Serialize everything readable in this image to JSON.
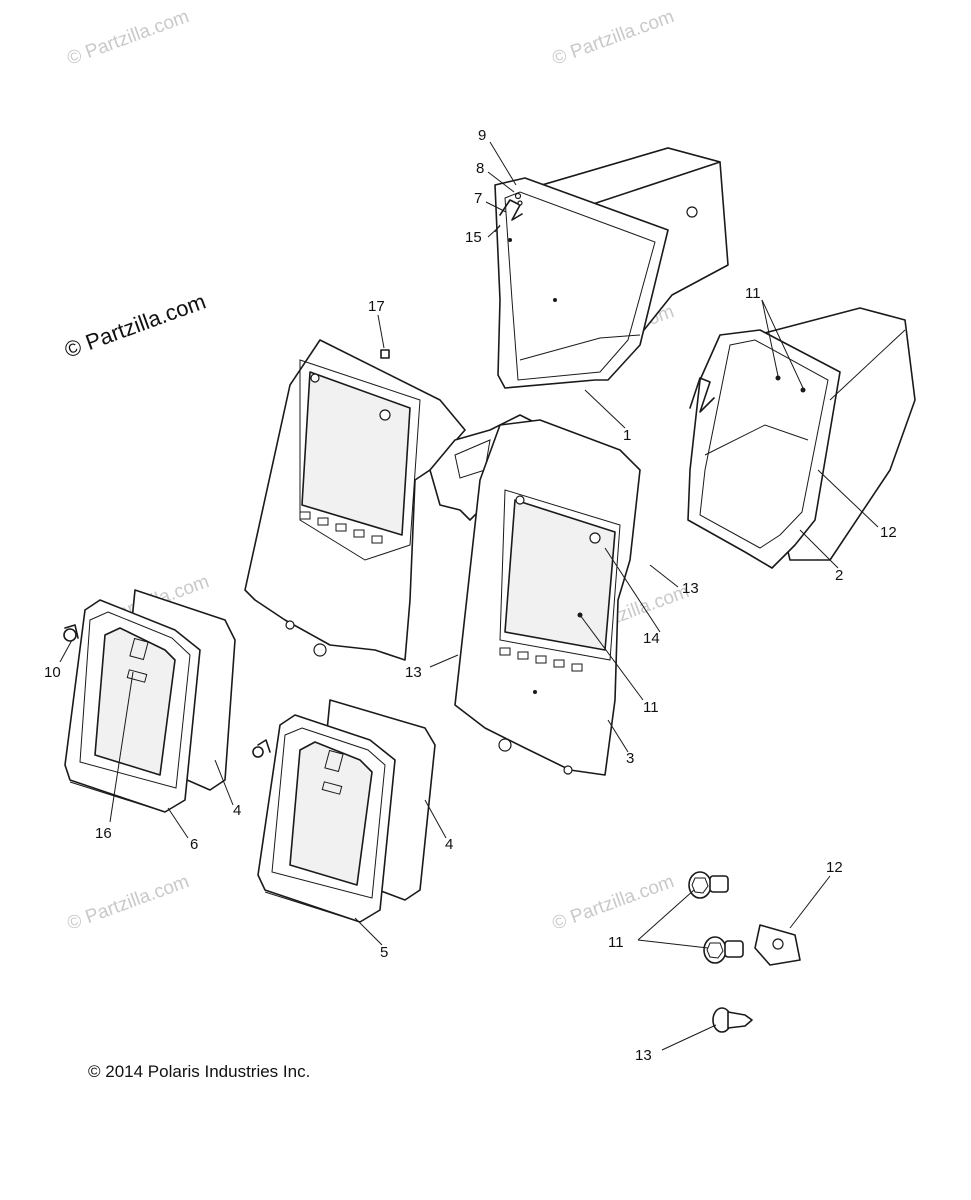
{
  "watermark": {
    "primary": "© Partzilla.com",
    "faded": "© Partzilla.com"
  },
  "copyright": "© 2014 Polaris Industries Inc.",
  "callouts": {
    "c1": "1",
    "c2": "2",
    "c3": "3",
    "c4a": "4",
    "c4b": "4",
    "c5": "5",
    "c6": "6",
    "c7": "7",
    "c8": "8",
    "c9": "9",
    "c10": "10",
    "c11a": "11",
    "c11b": "11",
    "c11c": "11",
    "c12a": "12",
    "c12b": "12",
    "c13a": "13",
    "c13b": "13",
    "c13c": "13",
    "c14": "14",
    "c15": "15",
    "c16": "16",
    "c17": "17"
  }
}
